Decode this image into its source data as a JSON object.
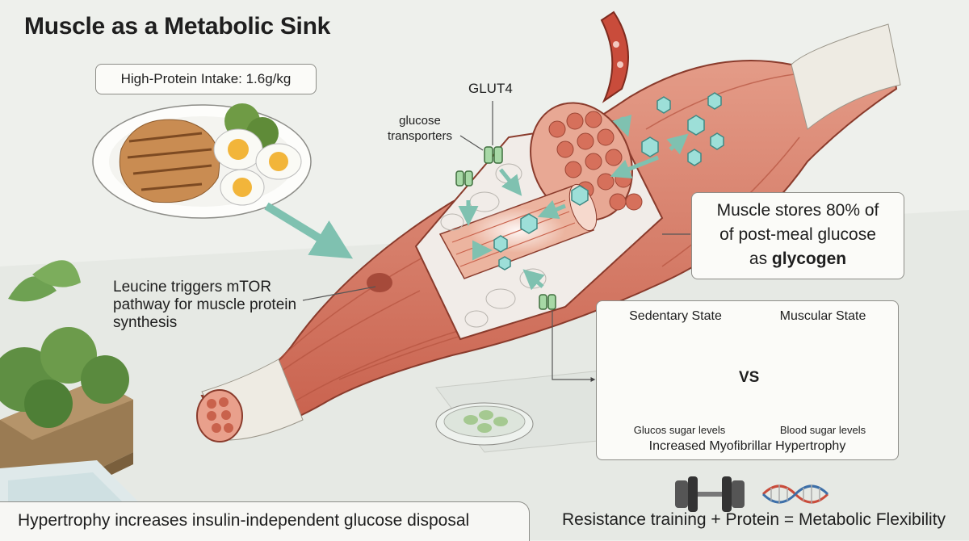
{
  "title": "Muscle as a Metabolic Sink",
  "protein_label": "High-Protein Intake: 1.6g/kg",
  "glut4_label": "GLUT4",
  "transporters_label": "glucose transporters",
  "leucine_label": "Leucine triggers mTOR pathway for muscle protein synthesis",
  "storage_note": {
    "line1": "Muscle stores 80% of",
    "line2": "of post-meal glucose",
    "line3_prefix": "as ",
    "line3_bold": "glycogen"
  },
  "comparison": {
    "left_title": "Sedentary State",
    "right_title": "Muscular State",
    "vs": "VS",
    "left_caption": "Glucos sugar levels",
    "right_caption": "Blood sugar levels",
    "footer": "Increased Myofibrillar Hypertrophy"
  },
  "bottom_left": "Hypertrophy increases insulin-independent glucose disposal",
  "bottom_right": "Resistance training + Protein = Metabolic Flexibility",
  "colors": {
    "muscle": "#d77a67",
    "muscle_dark": "#b2543f",
    "tendon": "#eeebe3",
    "glucose": "#9ddfd8",
    "arrow": "#7fc1b0",
    "vein": "#c94c3b",
    "board": "#8a6d48",
    "plant": "#5a8a3e"
  },
  "icons": [
    "dumbbell-icon",
    "dna-icon",
    "glucose-molecule-icon",
    "plate-icon",
    "blood-vessel-icon",
    "petri-dish-icon"
  ]
}
